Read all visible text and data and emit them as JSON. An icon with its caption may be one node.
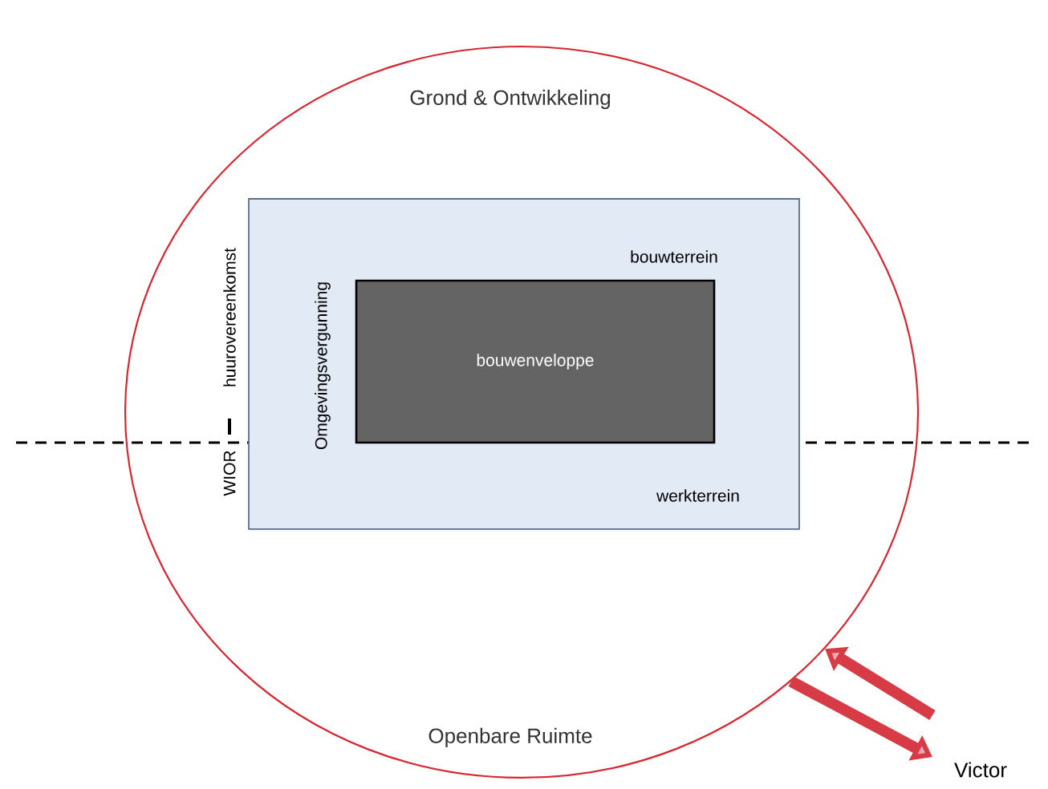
{
  "diagram": {
    "nodes": [
      {
        "text": [
          "Grond & Ontwikkeling",
          "Openbare Ruimte"
        ]
      },
      {
        "text": [
          "bouwterrein",
          "werkterrein",
          "Omgevingsvergunning"
        ],
        "in": 0
      },
      {
        "text": [
          "bouwenveloppe"
        ],
        "in": 1
      },
      {
        "text": [
          "Victor"
        ]
      }
    ],
    "edges": [
      {
        "from": 3,
        "to": 0,
        "arrow": "to"
      },
      {
        "from": 0,
        "to": 3,
        "arrow": "to"
      }
    ],
    "labels": [
      "WIOR",
      "huurovereenkomst"
    ]
  }
}
